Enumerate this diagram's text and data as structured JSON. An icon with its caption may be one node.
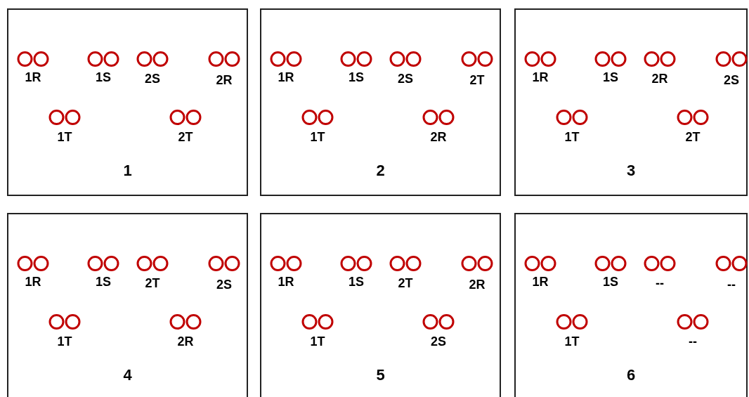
{
  "diagram": {
    "nodes": [
      {
        "text": [
          "1"
        ]
      },
      {
        "text": [],
        "shape": "circle",
        "in": 0,
        "beside": [
          "1R"
        ]
      },
      {
        "text": [],
        "shape": "circle",
        "in": 0,
        "beside": [
          "1S"
        ]
      },
      {
        "text": [],
        "shape": "circle",
        "in": 0,
        "beside": [
          "2S"
        ]
      },
      {
        "text": [],
        "shape": "circle",
        "in": 0,
        "beside": [
          "2R"
        ]
      },
      {
        "text": [],
        "shape": "circle",
        "in": 0,
        "beside": [
          "1T"
        ]
      },
      {
        "text": [],
        "shape": "circle",
        "in": 0,
        "beside": [
          "2T"
        ]
      },
      {
        "text": [
          "2"
        ]
      },
      {
        "text": [],
        "shape": "circle",
        "in": 7,
        "beside": [
          "1R"
        ]
      },
      {
        "text": [],
        "shape": "circle",
        "in": 7,
        "beside": [
          "1S"
        ]
      },
      {
        "text": [],
        "shape": "circle",
        "in": 7,
        "beside": [
          "2S"
        ]
      },
      {
        "text": [],
        "shape": "circle",
        "in": 7,
        "beside": [
          "2T"
        ]
      },
      {
        "text": [],
        "shape": "circle",
        "in": 7,
        "beside": [
          "1T"
        ]
      },
      {
        "text": [],
        "shape": "circle",
        "in": 7,
        "beside": [
          "2R"
        ]
      },
      {
        "text": [
          "3"
        ]
      },
      {
        "text": [],
        "shape": "circle",
        "in": 14,
        "beside": [
          "1R"
        ]
      },
      {
        "text": [],
        "shape": "circle",
        "in": 14,
        "beside": [
          "1S"
        ]
      },
      {
        "text": [],
        "shape": "circle",
        "in": 14,
        "beside": [
          "2R"
        ]
      },
      {
        "text": [],
        "shape": "circle",
        "in": 14,
        "beside": [
          "2S"
        ]
      },
      {
        "text": [],
        "shape": "circle",
        "in": 14,
        "beside": [
          "1T"
        ]
      },
      {
        "text": [],
        "shape": "circle",
        "in": 14,
        "beside": [
          "2T"
        ]
      },
      {
        "text": [
          "4"
        ]
      },
      {
        "text": [],
        "shape": "circle",
        "in": 21,
        "beside": [
          "1R"
        ]
      },
      {
        "text": [],
        "shape": "circle",
        "in": 21,
        "beside": [
          "1S"
        ]
      },
      {
        "text": [],
        "shape": "circle",
        "in": 21,
        "beside": [
          "2T"
        ]
      },
      {
        "text": [],
        "shape": "circle",
        "in": 21,
        "beside": [
          "2S"
        ]
      },
      {
        "text": [],
        "shape": "circle",
        "in": 21,
        "beside": [
          "1T"
        ]
      },
      {
        "text": [],
        "shape": "circle",
        "in": 21,
        "beside": [
          "2R"
        ]
      },
      {
        "text": [
          "5"
        ]
      },
      {
        "text": [],
        "shape": "circle",
        "in": 28,
        "beside": [
          "1R"
        ]
      },
      {
        "text": [],
        "shape": "circle",
        "in": 28,
        "beside": [
          "1S"
        ]
      },
      {
        "text": [],
        "shape": "circle",
        "in": 28,
        "beside": [
          "2T"
        ]
      },
      {
        "text": [],
        "shape": "circle",
        "in": 28,
        "beside": [
          "2R"
        ]
      },
      {
        "text": [],
        "shape": "circle",
        "in": 28,
        "beside": [
          "1T"
        ]
      },
      {
        "text": [],
        "shape": "circle",
        "in": 28,
        "beside": [
          "2S"
        ]
      },
      {
        "text": [
          "6"
        ]
      },
      {
        "text": [],
        "shape": "circle",
        "in": 35,
        "beside": [
          "1R"
        ]
      },
      {
        "text": [],
        "shape": "circle",
        "in": 35,
        "beside": [
          "1S"
        ]
      },
      {
        "text": [],
        "shape": "circle",
        "in": 35,
        "beside": [
          "--"
        ]
      },
      {
        "text": [],
        "shape": "circle",
        "in": 35,
        "beside": [
          "--"
        ]
      },
      {
        "text": [],
        "shape": "circle",
        "in": 35,
        "beside": [
          "1T"
        ]
      },
      {
        "text": [],
        "shape": "circle",
        "in": 35,
        "beside": [
          "--"
        ]
      }
    ]
  }
}
